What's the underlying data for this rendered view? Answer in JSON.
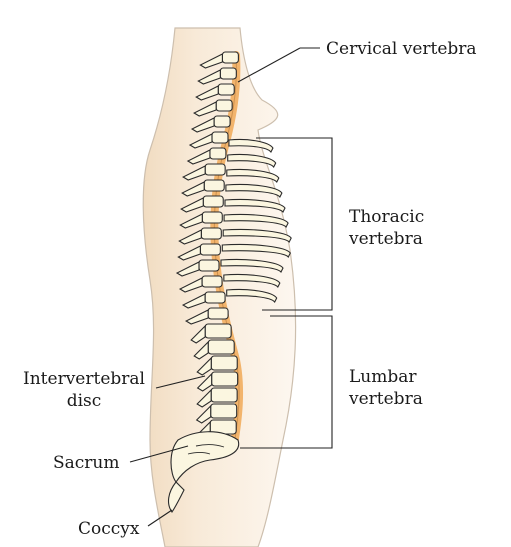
{
  "labels": {
    "cervical": "Cervical vertebra",
    "thoracic": [
      "Thoracic",
      "vertebra"
    ],
    "lumbar": [
      "Lumbar",
      "vertebra"
    ],
    "intervertebral": [
      "Intervertebral",
      "disc"
    ],
    "sacrum": "Sacrum",
    "coccyx": "Coccyx"
  },
  "colors": {
    "body_fill": "#f6e6d2",
    "body_stroke": "#cdbfae",
    "cord": "#f2b46c",
    "bone_fill": "#fbf6e0",
    "bone_stroke": "#2b2b2b",
    "line": "#222222"
  }
}
